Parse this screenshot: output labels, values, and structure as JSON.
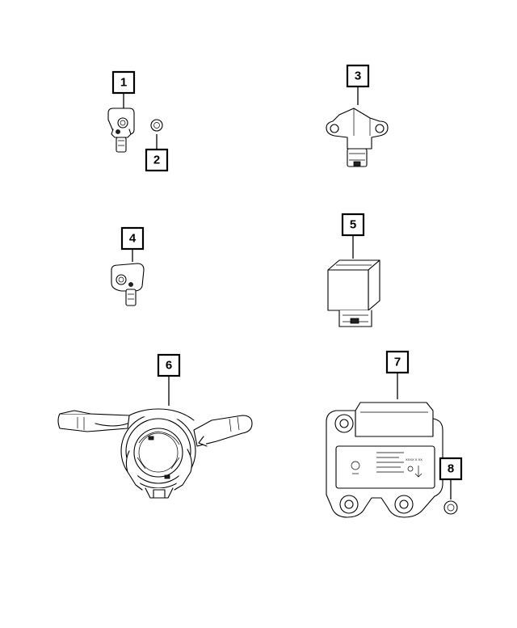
{
  "callouts": [
    {
      "id": "1",
      "label": "1"
    },
    {
      "id": "2",
      "label": "2"
    },
    {
      "id": "3",
      "label": "3"
    },
    {
      "id": "4",
      "label": "4"
    },
    {
      "id": "5",
      "label": "5"
    },
    {
      "id": "6",
      "label": "6"
    },
    {
      "id": "7",
      "label": "7"
    },
    {
      "id": "8",
      "label": "8"
    }
  ],
  "module_marking": "XXXX X XX",
  "colors": {
    "line": "#000000",
    "background": "#ffffff"
  }
}
